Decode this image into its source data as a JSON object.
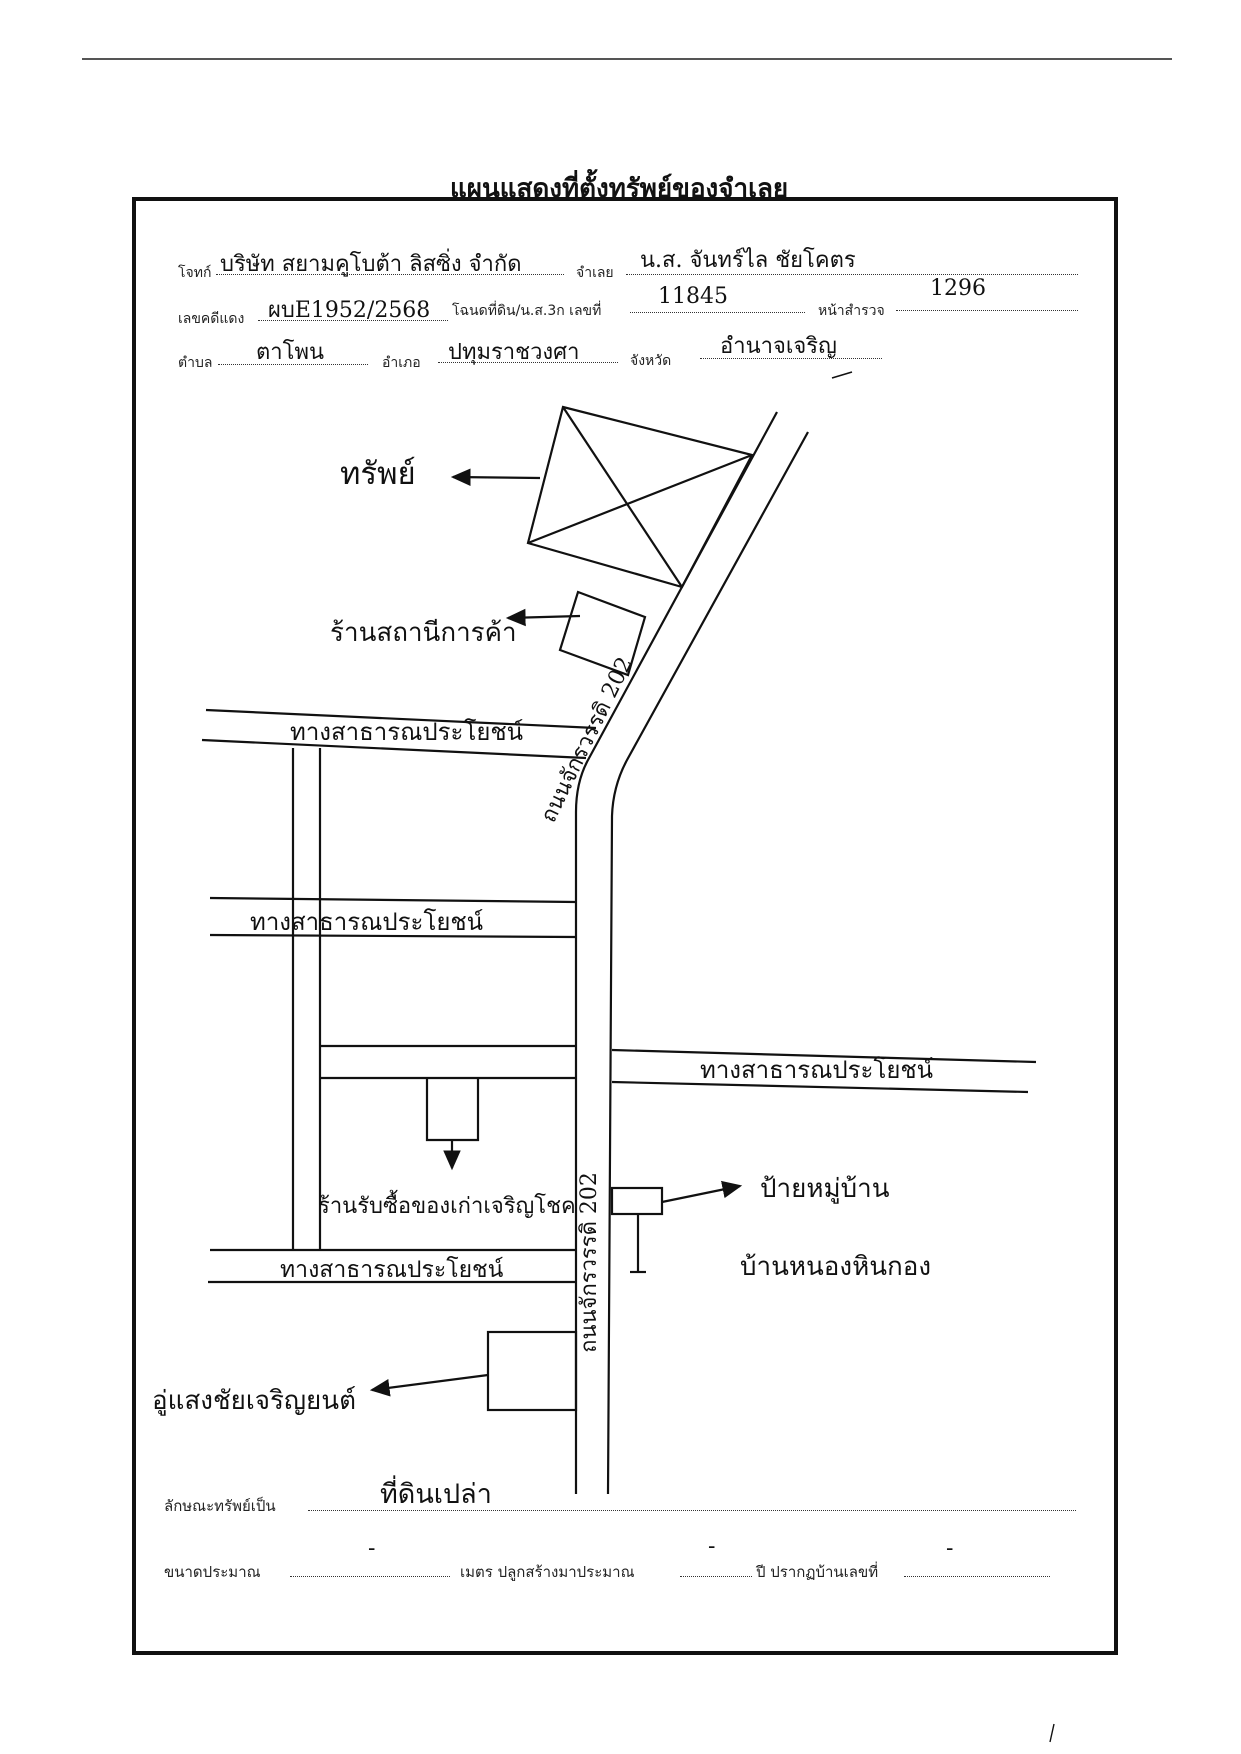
{
  "title": "แผนแสดงที่ตั้งทรัพย์ของจำเลย",
  "header": {
    "plaintiff_label": "โจทก์",
    "plaintiff": "บริษัท สยามคูโบต้า ลิสซิ่ง จำกัด",
    "defendant_label": "จำเลย",
    "defendant": "น.ส. จันทร์ไล ชัยโคตร",
    "case_label": "เลขคดีแดง",
    "case_no": "ผบE1952/2568",
    "deed_label": "โฉนดที่ดิน/น.ส.3ก เลขที่",
    "deed_no": "11845",
    "survey_label": "หน้าสำรวจ",
    "survey_no": "1296",
    "subdistrict_label": "ตำบล",
    "subdistrict": "ตาโพน",
    "district_label": "อำเภอ",
    "district": "ปทุมราชวงศา",
    "province_label": "จังหวัด",
    "province": "อำนาจเจริญ"
  },
  "map": {
    "property": "ทรัพย์",
    "store": "ร้านสถานีการค้า",
    "public_way_1": "ทางสาธารณประโยชน์",
    "public_way_2": "ทางสาธารณประโยชน์",
    "public_way_3": "ทางสาธารณประโยชน์",
    "public_way_4": "ทางสาธารณประโยชน์",
    "road_upper": "ถนนจักรวรรดิ 202",
    "road_lower": "ถนนจักรวรรดิ 202",
    "scrap_shop": "ร้านรับซื้อของเก่าเจริญโชค",
    "village_sign": "ป้ายหมู่บ้าน",
    "village_name": "บ้านหนองหินกอง",
    "garage": "อู่แสงชัยเจริญยนต์"
  },
  "footer": {
    "nature_label": "ลักษณะทรัพย์เป็น",
    "nature": "ที่ดินเปล่า",
    "size_label": "ขนาดประมาณ",
    "size_value": "-",
    "meter_label": "เมตร ปลูกสร้างมาประมาณ",
    "years_value": "-",
    "house_label": "ปี ปรากฏบ้านเลขที่",
    "house_value": "-"
  }
}
